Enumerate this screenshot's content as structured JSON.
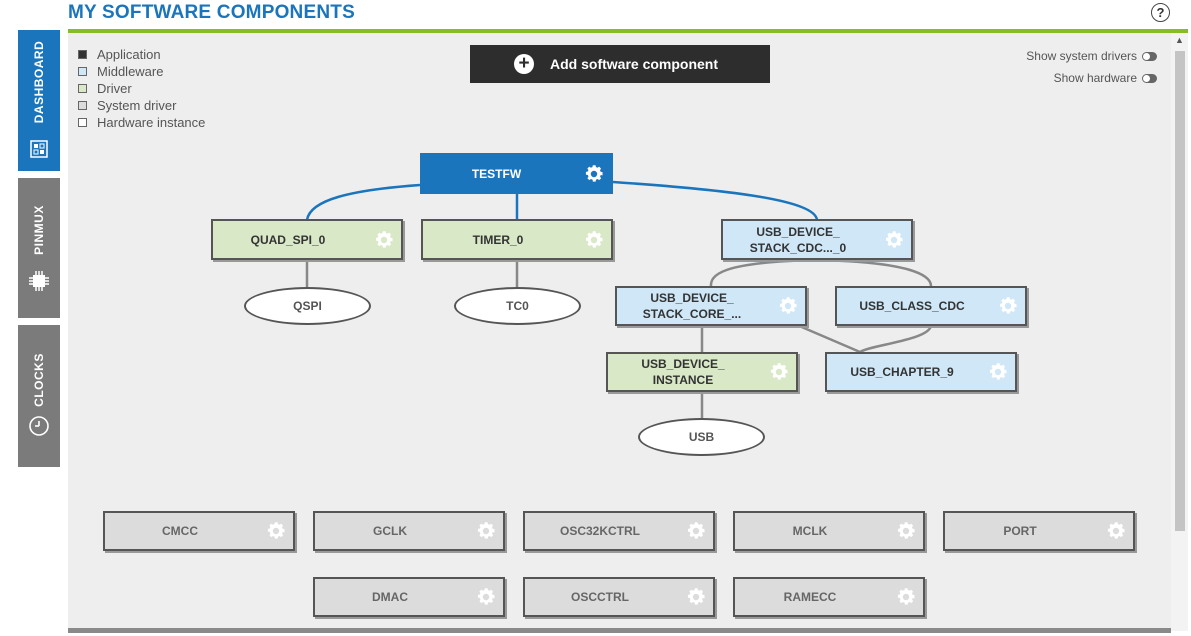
{
  "header": {
    "title": "MY SOFTWARE COMPONENTS",
    "help": "?"
  },
  "tabs": [
    {
      "label": "DASHBOARD",
      "icon": "dashboard-icon"
    },
    {
      "label": "PINMUX",
      "icon": "chip-icon"
    },
    {
      "label": "CLOCKS",
      "icon": "clock-icon"
    }
  ],
  "legend": [
    {
      "label": "Application",
      "color": "#333333"
    },
    {
      "label": "Middleware",
      "color": "#cfe7f7"
    },
    {
      "label": "Driver",
      "color": "#d9e8c6"
    },
    {
      "label": "System driver",
      "color": "#dcdcdc"
    },
    {
      "label": "Hardware instance",
      "color": "#ffffff"
    }
  ],
  "add_button": {
    "label": "Add software component",
    "icon": "plus-circle-icon"
  },
  "toggles": {
    "system_drivers": "Show system drivers",
    "hardware": "Show hardware"
  },
  "components": {
    "testfw": "TESTFW",
    "quad_spi": "QUAD_SPI_0",
    "timer": "TIMER_0",
    "usb_stack_cdc": "USB_DEVICE_\nSTACK_CDC..._0",
    "usb_stack_core": "USB_DEVICE_\nSTACK_CORE_...",
    "usb_class_cdc": "USB_CLASS_CDC",
    "usb_instance": "USB_DEVICE_\nINSTANCE",
    "usb_chapter9": "USB_CHAPTER_9"
  },
  "hardware": {
    "qspi": "QSPI",
    "tc0": "TC0",
    "usb": "USB"
  },
  "system_drivers": [
    "CMCC",
    "GCLK",
    "OSC32KCTRL",
    "MCLK",
    "PORT",
    "DMAC",
    "OSCCTRL",
    "RAMECC"
  ],
  "colors": {
    "accent": "#1a75bc",
    "rule": "#86bc25",
    "app": "#1a75bc",
    "middleware": "#cfe7f7",
    "driver": "#d9e8c6",
    "system": "#dcdcdc"
  }
}
